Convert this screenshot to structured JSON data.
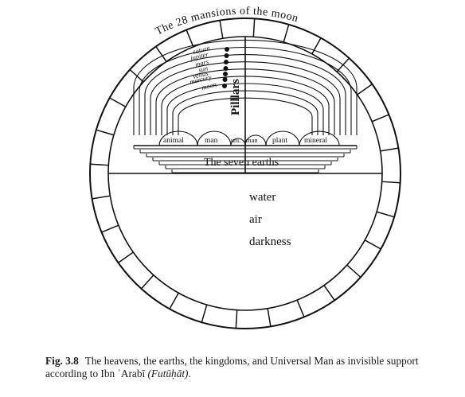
{
  "diagram": {
    "title": "The 28 mansions of the moon",
    "planets": [
      "saturn",
      "jupiter",
      "mars",
      "sun",
      "venus",
      "mercury",
      "moon"
    ],
    "pillars_label": "Pilllars",
    "kingdoms": [
      "animal",
      "man",
      "uni.",
      "man",
      "plant",
      "mineral"
    ],
    "earths_label": "The seven earths",
    "lower_labels": [
      "water",
      "air",
      "darkness"
    ]
  },
  "caption": {
    "label": "Fig. 3.8",
    "text": "The heavens, the earths, the kingdoms, and Universal Man as invisible support according to Ibn ʿArabī ",
    "source": "(Futūḥāt)",
    "end": "."
  }
}
